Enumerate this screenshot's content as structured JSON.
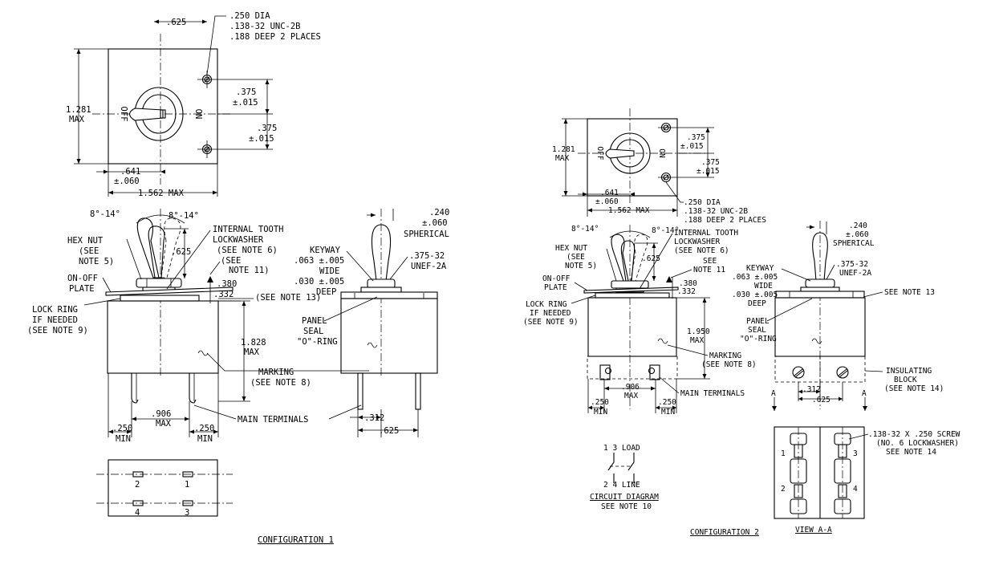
{
  "config1": {
    "title": "CONFIGURATION 1",
    "dim_625_top": ".625",
    "hole_note": [
      ".250 DIA",
      ".138-32 UNC-2B",
      ".188 DEEP 2 PLACES"
    ],
    "dim_375a": [
      ".375",
      "±.015"
    ],
    "dim_375b": [
      ".375",
      "±.015"
    ],
    "height": [
      "1.281",
      "MAX"
    ],
    "off": "OFF",
    "on": "ON",
    "dim_641": [
      ".641",
      "±.060"
    ],
    "width": "1.562 MAX",
    "angle_left": "8°-14°",
    "angle_right": "8°-14°",
    "dim_625_lever": ".625",
    "hex_nut": [
      "HEX NUT",
      "(SEE",
      "NOTE 5)"
    ],
    "washer": [
      "INTERNAL TOOTH",
      "LOCKWASHER",
      "(SEE NOTE 6)"
    ],
    "see_note_11": [
      "(SEE",
      "NOTE 11)"
    ],
    "onoff_plate": [
      "ON-OFF",
      "PLATE"
    ],
    "dim_380": ".380",
    "dim_332": ".332",
    "see_note_13": "(SEE NOTE 13)",
    "lock_ring": [
      "LOCK RING",
      "IF NEEDED",
      "(SEE NOTE 9)"
    ],
    "body_height": [
      "1.828",
      "MAX"
    ],
    "panel_seal": [
      "PANEL",
      "SEAL",
      "\"O\"-RING"
    ],
    "keyway": [
      "KEYWAY",
      ".063 ±.005",
      "WIDE",
      ".030 ±.005",
      "DEEP"
    ],
    "spherical": [
      ".240",
      "±.060",
      "SPHERICAL"
    ],
    "thread": [
      ".375-32",
      "UNEF-2A"
    ],
    "marking": [
      "MARKING",
      "(SEE NOTE 8)"
    ],
    "main_terminals": "MAIN TERMINALS",
    "dim_906": [
      ".906",
      "MAX"
    ],
    "dim_250_left": [
      ".250",
      "MIN"
    ],
    "dim_250_right": [
      ".250",
      "MIN"
    ],
    "dim_312": ".312",
    "dim_625_side": ".625",
    "term_labels": [
      "2",
      "1",
      "4",
      "3"
    ]
  },
  "config2": {
    "title": "CONFIGURATION 2",
    "view_title": "VIEW A-A",
    "height": [
      "1.281",
      "MAX"
    ],
    "off": "OFF",
    "on": "ON",
    "dim_375a": [
      ".375",
      "±.015"
    ],
    "dim_375b": [
      ".375",
      "±.015"
    ],
    "dim_641": [
      ".641",
      "±.060"
    ],
    "width": "1.562 MAX",
    "hole_note": [
      ".250 DIA",
      ".138-32 UNC-2B",
      ".188 DEEP 2 PLACES"
    ],
    "angle_left": "8°-14°",
    "angle_right": "8°-14°",
    "dim_625_lever": ".625",
    "hex_nut": [
      "HEX NUT",
      "(SEE",
      "NOTE 5)"
    ],
    "washer": [
      "INTERNAL TOOTH",
      "LOCKWASHER",
      "(SEE NOTE 6)"
    ],
    "see_note_11": [
      "SEE",
      "NOTE 11"
    ],
    "onoff_plate": [
      "ON-OFF",
      "PLATE"
    ],
    "dim_380": ".380",
    "dim_332": ".332",
    "lock_ring": [
      "LOCK RING",
      "IF NEEDED",
      "(SEE NOTE 9)"
    ],
    "body_height": [
      "1.950",
      "MAX"
    ],
    "spherical": [
      ".240",
      "±.060",
      "SPHERICAL"
    ],
    "keyway": [
      "KEYWAY",
      ".063 ±.005",
      "WIDE",
      ".030 ±.005",
      "DEEP"
    ],
    "thread": [
      ".375-32",
      "UNEF-2A"
    ],
    "see_note_13": "SEE NOTE 13",
    "panel_seal": [
      "PANEL",
      "SEAL",
      "\"O\"-RING"
    ],
    "marking": [
      "MARKING",
      "(SEE NOTE 8)"
    ],
    "insulating": [
      "INSULATING",
      "BLOCK",
      "(SEE NOTE 14)"
    ],
    "main_terminals": "MAIN TERMINALS",
    "dim_906": [
      ".906",
      "MAX"
    ],
    "dim_250_left": [
      ".250",
      "MIN"
    ],
    "dim_250_right": [
      ".250",
      "MIN"
    ],
    "dim_312": ".312",
    "dim_625_side": ".625",
    "section_mark": "A",
    "screw": [
      ".138-32 X .250 SCREW",
      "(NO. 6 LOCKWASHER)",
      "SEE NOTE 14"
    ],
    "view_labels": [
      "1",
      "3",
      "2",
      "4"
    ],
    "circuit": {
      "load": "1   3 LOAD",
      "line": "2   4 LINE",
      "title": "CIRCUIT DIAGRAM",
      "note": "SEE NOTE 10"
    }
  }
}
